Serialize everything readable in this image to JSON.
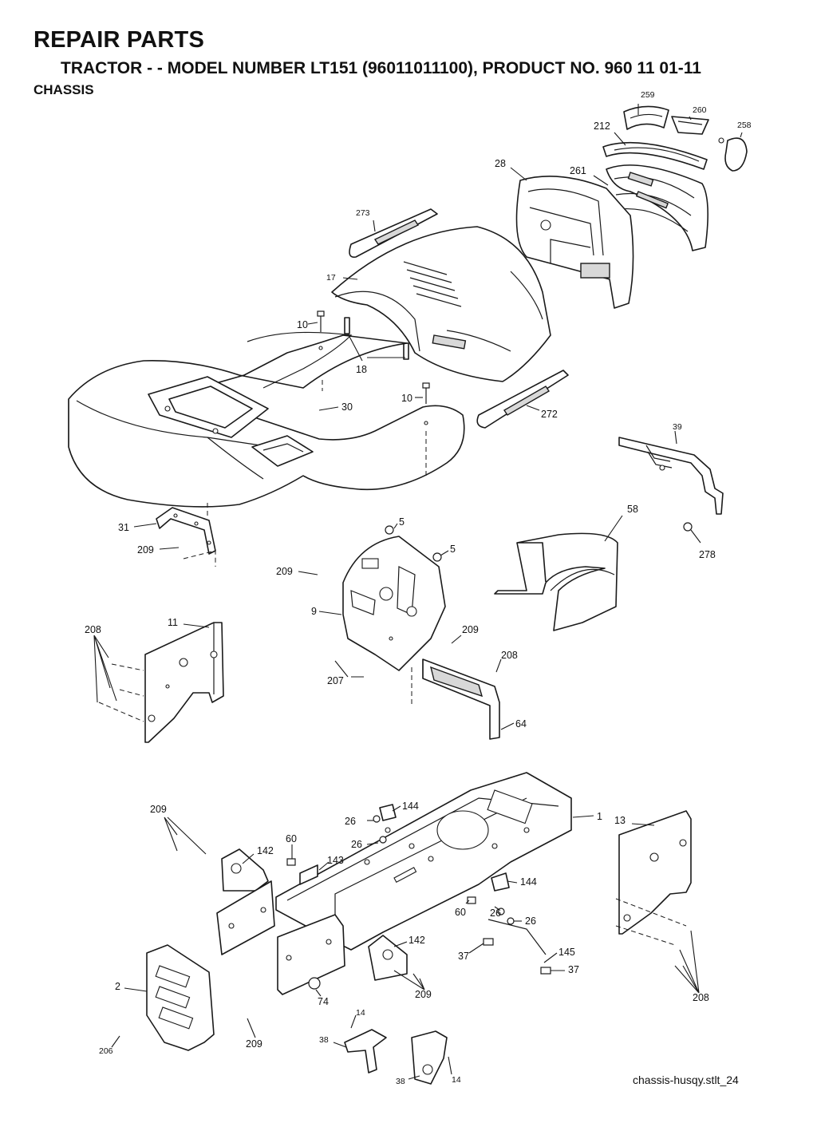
{
  "header": {
    "title": "REPAIR PARTS",
    "subtitle": "TRACTOR - - MODEL NUMBER  LT151 (96011011100), PRODUCT NO. 960 11 01-11",
    "section": "CHASSIS"
  },
  "footer": {
    "file_label": "chassis-husqy.stlt_24"
  },
  "callouts": {
    "c259": "259",
    "c260": "260",
    "c258": "258",
    "c212": "212",
    "c28": "28",
    "c261": "261",
    "c273": "273",
    "c17": "17",
    "c10a": "10",
    "c18": "18",
    "c10b": "10",
    "c30": "30",
    "c272": "272",
    "c39": "39",
    "c58": "58",
    "c278": "278",
    "c31": "31",
    "c209a": "209",
    "c5a": "5",
    "c5b": "5",
    "c209b": "209",
    "c9": "9",
    "c11": "11",
    "c208a": "208",
    "c209c": "209",
    "c208b": "208",
    "c207": "207",
    "c64": "64",
    "c144a": "144",
    "c26a": "26",
    "c1": "1",
    "c13": "13",
    "c209d": "209",
    "c60a": "60",
    "c26b": "26",
    "c142a": "142",
    "c143": "143",
    "c144b": "144",
    "c60b": "60",
    "c26c": "26",
    "c26d": "26",
    "c142b": "142",
    "c37a": "37",
    "c145": "145",
    "c37b": "37",
    "c208c": "208",
    "c2": "2",
    "c74": "74",
    "c209e": "209",
    "c14a": "14",
    "c209f": "209",
    "c38a": "38",
    "c206": "206",
    "c38b": "38",
    "c14b": "14"
  }
}
